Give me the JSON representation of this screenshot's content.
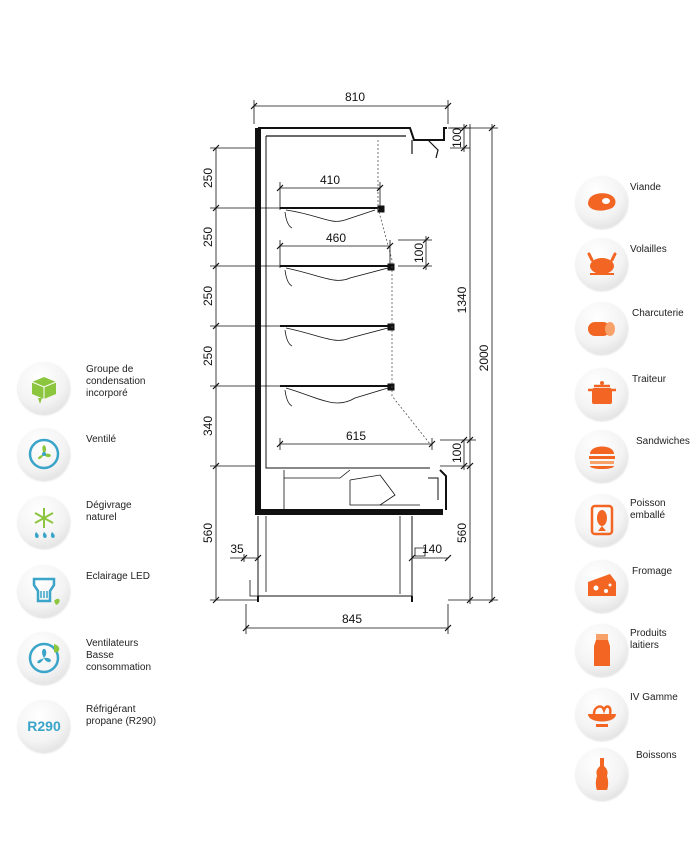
{
  "dimensions": {
    "top_width": "810",
    "base_width": "845",
    "shelf_top_depth": "410",
    "shelf_mid_depth": "460",
    "shelf_bottom_depth": "615",
    "canopy_height": "100",
    "shelf_step": "100",
    "bottom_step": "100",
    "gap_1": "250",
    "gap_2": "250",
    "gap_3": "250",
    "gap_4": "250",
    "gap_5": "340",
    "base_height_left": "560",
    "base_height_right": "560",
    "display_height": "1340",
    "total_height": "2000",
    "foot_left": "35",
    "foot_right": "140"
  },
  "features": [
    {
      "icon": "condensing-unit-icon",
      "label": "Groupe de condensation incorporé"
    },
    {
      "icon": "fan-icon",
      "label": "Ventilé"
    },
    {
      "icon": "snowflake-defrost-icon",
      "label": "Dégivrage naturel"
    },
    {
      "icon": "led-bulb-icon",
      "label": "Eclairage LED"
    },
    {
      "icon": "low-energy-fan-icon",
      "label": "Ventilateurs Basse consommation"
    },
    {
      "icon": "r290-icon",
      "label": "Réfrigérant propane (R290)",
      "badge_text": "R290"
    }
  ],
  "products": [
    {
      "icon": "meat-icon",
      "label": "Viande"
    },
    {
      "icon": "poultry-icon",
      "label": "Volailles"
    },
    {
      "icon": "sausage-icon",
      "label": "Charcuterie"
    },
    {
      "icon": "pot-icon",
      "label": "Traiteur"
    },
    {
      "icon": "burger-icon",
      "label": "Sandwiches"
    },
    {
      "icon": "fish-pack-icon",
      "label": "Poisson emballé"
    },
    {
      "icon": "cheese-icon",
      "label": "Fromage"
    },
    {
      "icon": "milk-carton-icon",
      "label": "Produits laitiers"
    },
    {
      "icon": "salad-bowl-icon",
      "label": "IV Gamme"
    },
    {
      "icon": "bottle-icon",
      "label": "Boissons"
    }
  ],
  "colors": {
    "feature_icon": "#3aa4c9",
    "feature_leaf": "#8cc63f",
    "product_icon": "#f26522"
  }
}
